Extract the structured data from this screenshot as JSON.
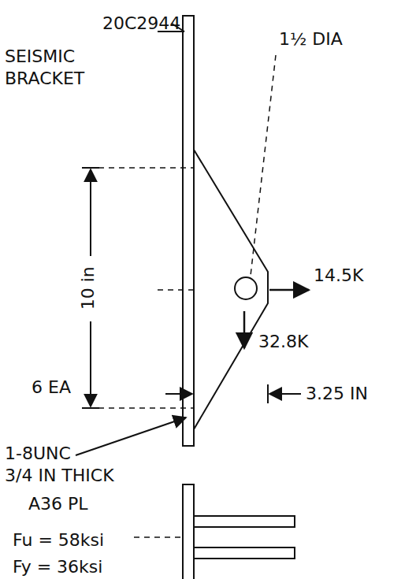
{
  "diagram": {
    "labels": [
      "20C2944",
      "SEISMIC BRACKET",
      "1½ DIA",
      "10 in",
      "14.5K",
      "6 EA",
      "32.8K",
      "3.25 IN",
      "1-8UNC",
      "3/4 IN THICK",
      "A36 PL",
      "Fu = 58ksi",
      "Fy = 36ksi"
    ]
  }
}
